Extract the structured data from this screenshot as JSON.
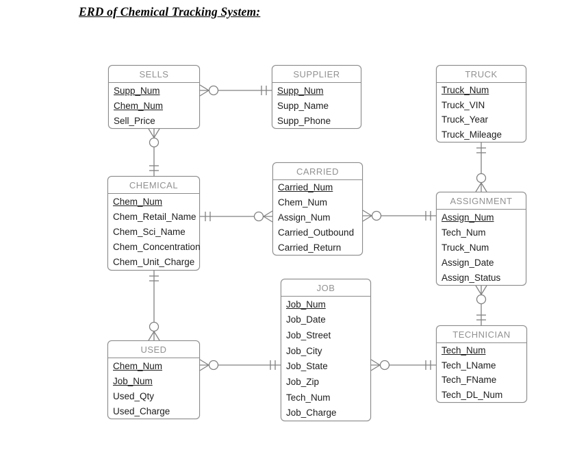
{
  "page": {
    "title": "ERD of Chemical Tracking System:"
  },
  "colors": {
    "box_border": "#8a8a8a",
    "header_text": "#919191",
    "attribute_text": "#1c1c1c",
    "connector": "#808080",
    "title_text": "#000000",
    "background": "#ffffff"
  },
  "diagram": {
    "notation": "crows-foot",
    "entities": [
      {
        "id": "sells",
        "name": "SELLS",
        "attributes": [
          {
            "label": "Supp_Num",
            "key": true
          },
          {
            "label": "Chem_Num",
            "key": true
          },
          {
            "label": "Sell_Price",
            "key": false
          }
        ]
      },
      {
        "id": "supplier",
        "name": "SUPPLIER",
        "attributes": [
          {
            "label": "Supp_Num",
            "key": true
          },
          {
            "label": "Supp_Name",
            "key": false
          },
          {
            "label": "Supp_Phone",
            "key": false
          }
        ]
      },
      {
        "id": "truck",
        "name": "TRUCK",
        "attributes": [
          {
            "label": "Truck_Num",
            "key": true
          },
          {
            "label": "Truck_VIN",
            "key": false
          },
          {
            "label": "Truck_Year",
            "key": false
          },
          {
            "label": "Truck_Mileage",
            "key": false
          }
        ]
      },
      {
        "id": "chemical",
        "name": "CHEMICAL",
        "attributes": [
          {
            "label": "Chem_Num",
            "key": true
          },
          {
            "label": "Chem_Retail_Name",
            "key": false
          },
          {
            "label": "Chem_Sci_Name",
            "key": false
          },
          {
            "label": "Chem_Concentration",
            "key": false
          },
          {
            "label": "Chem_Unit_Charge",
            "key": false
          }
        ]
      },
      {
        "id": "carried",
        "name": "CARRIED",
        "attributes": [
          {
            "label": "Carried_Num",
            "key": true
          },
          {
            "label": "Chem_Num",
            "key": false
          },
          {
            "label": "Assign_Num",
            "key": false
          },
          {
            "label": "Carried_Outbound",
            "key": false
          },
          {
            "label": "Carried_Return",
            "key": false
          }
        ]
      },
      {
        "id": "assignment",
        "name": "ASSIGNMENT",
        "attributes": [
          {
            "label": "Assign_Num",
            "key": true
          },
          {
            "label": "Tech_Num",
            "key": false
          },
          {
            "label": "Truck_Num",
            "key": false
          },
          {
            "label": "Assign_Date",
            "key": false
          },
          {
            "label": "Assign_Status",
            "key": false
          }
        ]
      },
      {
        "id": "job",
        "name": "JOB",
        "attributes": [
          {
            "label": "Job_Num",
            "key": true
          },
          {
            "label": "Job_Date",
            "key": false
          },
          {
            "label": "Job_Street",
            "key": false
          },
          {
            "label": "Job_City",
            "key": false
          },
          {
            "label": "Job_State",
            "key": false
          },
          {
            "label": "Job_Zip",
            "key": false
          },
          {
            "label": "Tech_Num",
            "key": false
          },
          {
            "label": "Job_Charge",
            "key": false
          }
        ]
      },
      {
        "id": "used",
        "name": "USED",
        "attributes": [
          {
            "label": "Chem_Num",
            "key": true
          },
          {
            "label": "Job_Num",
            "key": true
          },
          {
            "label": "Used_Qty",
            "key": false
          },
          {
            "label": "Used_Charge",
            "key": false
          }
        ]
      },
      {
        "id": "technician",
        "name": "TECHNICIAN",
        "attributes": [
          {
            "label": "Tech_Num",
            "key": true
          },
          {
            "label": "Tech_LName",
            "key": false
          },
          {
            "label": "Tech_FName",
            "key": false
          },
          {
            "label": "Tech_DL_Num",
            "key": false
          }
        ]
      }
    ],
    "relationships": [
      {
        "from": "sells",
        "to": "supplier",
        "from_card": "zero-or-many",
        "to_card": "one-and-only-one"
      },
      {
        "from": "sells",
        "to": "chemical",
        "from_card": "zero-or-many",
        "to_card": "one-and-only-one"
      },
      {
        "from": "carried",
        "to": "chemical",
        "from_card": "zero-or-many",
        "to_card": "one-and-only-one"
      },
      {
        "from": "carried",
        "to": "assignment",
        "from_card": "zero-or-many",
        "to_card": "one-and-only-one"
      },
      {
        "from": "assignment",
        "to": "truck",
        "from_card": "zero-or-many",
        "to_card": "one-and-only-one"
      },
      {
        "from": "used",
        "to": "chemical",
        "from_card": "zero-or-many",
        "to_card": "one-and-only-one"
      },
      {
        "from": "used",
        "to": "job",
        "from_card": "zero-or-many",
        "to_card": "one-and-only-one"
      },
      {
        "from": "job",
        "to": "technician",
        "from_card": "zero-or-many",
        "to_card": "one-and-only-one"
      },
      {
        "from": "assignment",
        "to": "technician",
        "from_card": "zero-or-many",
        "to_card": "one-and-only-one"
      }
    ]
  }
}
